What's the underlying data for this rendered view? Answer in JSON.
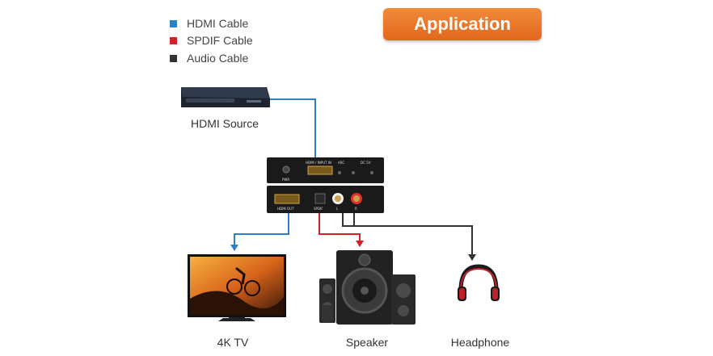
{
  "legend": [
    {
      "label": "HDMI Cable",
      "color": "#2f7fc4"
    },
    {
      "label": "SPDIF Cable",
      "color": "#d0202a"
    },
    {
      "label": "Audio Cable",
      "color": "#333333"
    }
  ],
  "title": "Application",
  "devices": {
    "source": "HDMI Source",
    "tv": "4K TV",
    "speaker": "Speaker",
    "headphone": "Headphone"
  },
  "extractor_ports": {
    "power": "PWR",
    "hdmi_in": "HDMI / INPUT IN",
    "arc": "ARC",
    "dc": "DC 5V",
    "hdmi_out": "HDMI OUT",
    "spdif": "SPDIF",
    "left": "L",
    "right": "R"
  },
  "colors": {
    "hdmi": "#2f7fc4",
    "spdif": "#d0202a",
    "audio": "#333333",
    "accent": "#e8742a"
  }
}
